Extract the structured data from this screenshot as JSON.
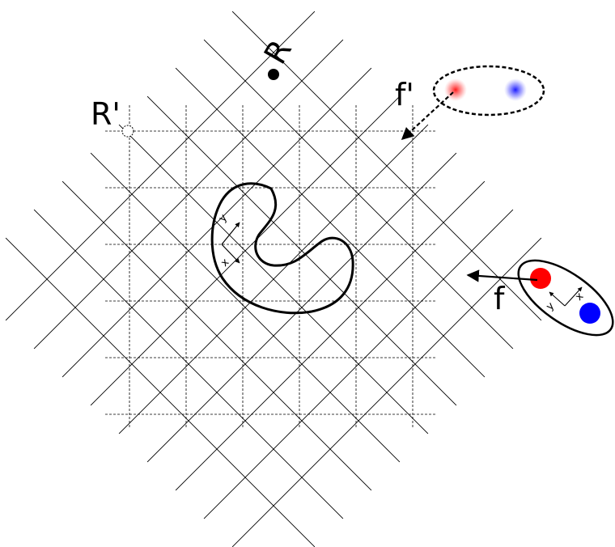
{
  "labels": {
    "R": "R",
    "R_prime": "R'",
    "f": "f",
    "f_prime": "f'",
    "body_x": "x",
    "body_y": "y",
    "pair_x": "x",
    "pair_y": "y"
  },
  "colors": {
    "red_particle": "#ff0000",
    "blue_particle": "#0000ff",
    "line": "#000000",
    "background": "#ffffff"
  }
}
